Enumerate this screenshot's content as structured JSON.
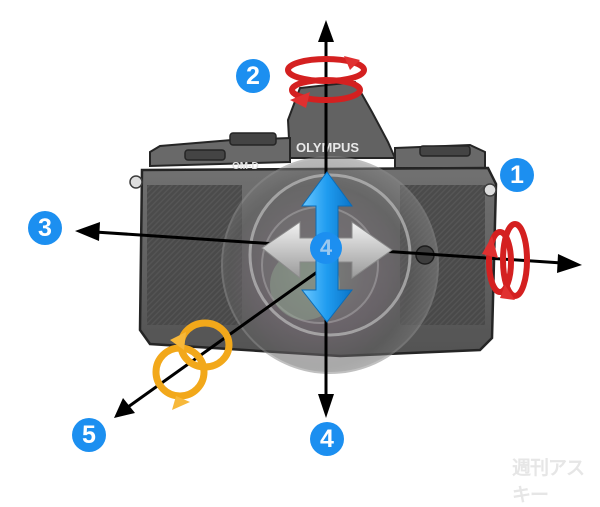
{
  "diagram": {
    "subject": "Mirrorless camera (front view) with 5-axis image stabilization axes",
    "camera": {
      "brand_label": "OLYMPUS",
      "model_label": "OM-D"
    },
    "axes": [
      {
        "id": "1",
        "label": "1",
        "description": "Roll rotation about horizontal (X) axis",
        "arrow_color": "#d42020"
      },
      {
        "id": "2",
        "label": "2",
        "description": "Yaw rotation about vertical (Y) axis",
        "arrow_color": "#d42020"
      },
      {
        "id": "3",
        "label": "3",
        "description": "Horizontal axis direction",
        "arrow_color": "#000000"
      },
      {
        "id": "4",
        "label": "4",
        "description": "Vertical/horizontal shift (translation)",
        "arrow_color": "#2a9ee8"
      },
      {
        "id": "5",
        "label": "5",
        "description": "Rotation about optical (Z) axis",
        "arrow_color": "#f2a81a"
      }
    ],
    "center_badge": "4",
    "badge_color": "#1c8ff0",
    "watermark": "週刊アスキー"
  }
}
